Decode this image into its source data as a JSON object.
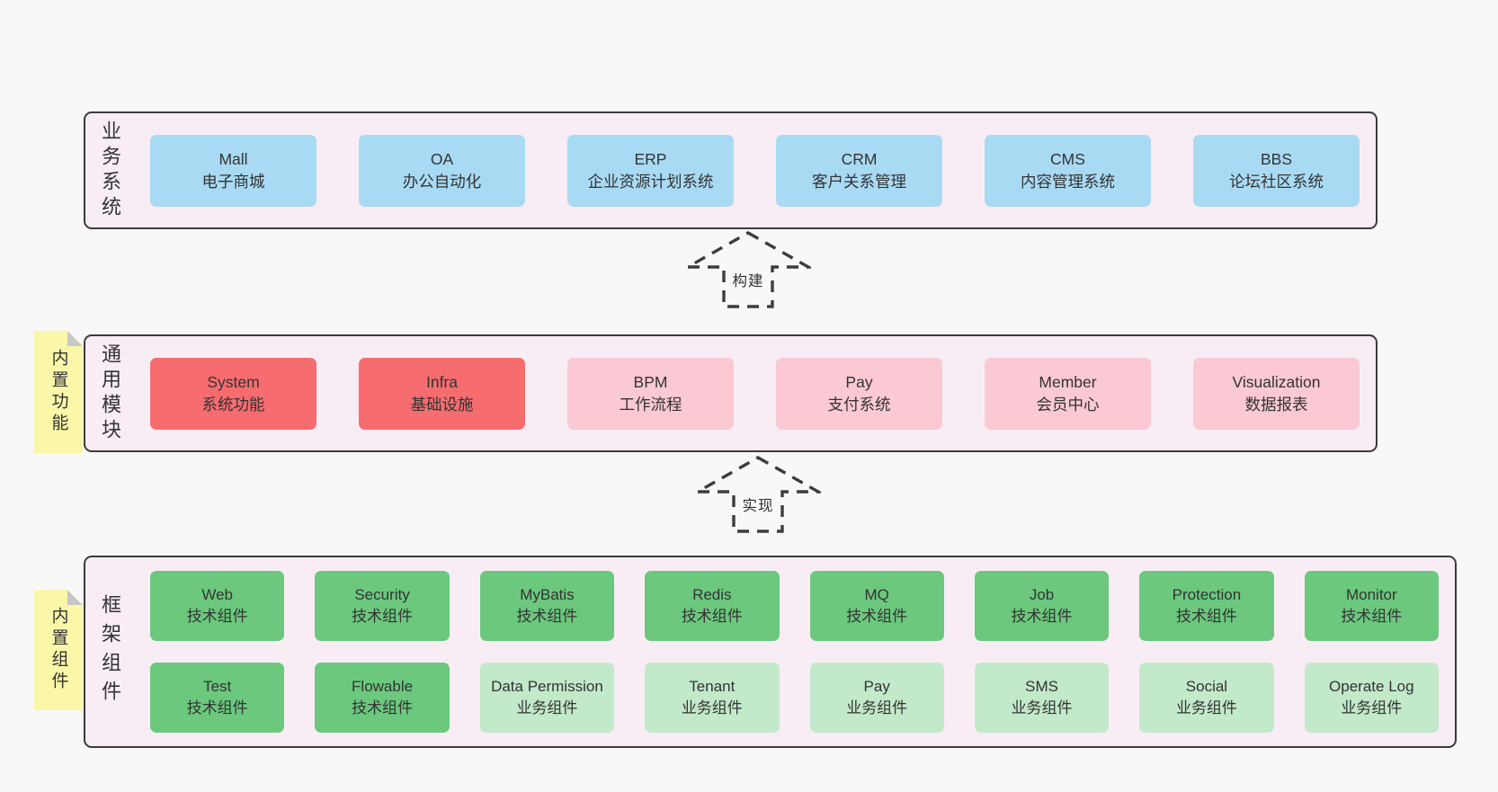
{
  "layers": {
    "business": {
      "label": "业务系统",
      "items": [
        {
          "en": "Mall",
          "zh": "电子商城"
        },
        {
          "en": "OA",
          "zh": "办公自动化"
        },
        {
          "en": "ERP",
          "zh": "企业资源计划系统"
        },
        {
          "en": "CRM",
          "zh": "客户关系管理"
        },
        {
          "en": "CMS",
          "zh": "内容管理系统"
        },
        {
          "en": "BBS",
          "zh": "论坛社区系统"
        }
      ]
    },
    "modules": {
      "label": "通用模块",
      "sticky": "内置功能",
      "items": [
        {
          "en": "System",
          "zh": "系统功能"
        },
        {
          "en": "Infra",
          "zh": "基础设施"
        },
        {
          "en": "BPM",
          "zh": "工作流程"
        },
        {
          "en": "Pay",
          "zh": "支付系统"
        },
        {
          "en": "Member",
          "zh": "会员中心"
        },
        {
          "en": "Visualization",
          "zh": "数据报表"
        }
      ]
    },
    "components": {
      "label": "框架组件",
      "sticky": "内置组件",
      "row1": [
        {
          "en": "Web",
          "zh": "技术组件"
        },
        {
          "en": "Security",
          "zh": "技术组件"
        },
        {
          "en": "MyBatis",
          "zh": "技术组件"
        },
        {
          "en": "Redis",
          "zh": "技术组件"
        },
        {
          "en": "MQ",
          "zh": "技术组件"
        },
        {
          "en": "Job",
          "zh": "技术组件"
        },
        {
          "en": "Protection",
          "zh": "技术组件"
        },
        {
          "en": "Monitor",
          "zh": "技术组件"
        }
      ],
      "row2": [
        {
          "en": "Test",
          "zh": "技术组件"
        },
        {
          "en": "Flowable",
          "zh": "技术组件"
        },
        {
          "en": "Data Permission",
          "zh": "业务组件"
        },
        {
          "en": "Tenant",
          "zh": "业务组件"
        },
        {
          "en": "Pay",
          "zh": "业务组件"
        },
        {
          "en": "SMS",
          "zh": "业务组件"
        },
        {
          "en": "Social",
          "zh": "业务组件"
        },
        {
          "en": "Operate Log",
          "zh": "业务组件"
        }
      ]
    }
  },
  "arrows": {
    "build": "构建",
    "implement": "实现"
  },
  "colors": {
    "page_background": "#f8f8f8",
    "layer_background": "#f8edf5",
    "layer_border": "#3b3b3d",
    "box_blue": "#a9daf4",
    "box_red": "#f66c6f",
    "box_pink": "#fbc9d3",
    "box_green": "#6bc87d",
    "box_light_green": "#c2e9ca",
    "sticky_yellow": "#faf7a8",
    "sticky_fold": "#c7c7c7",
    "text": "#333333"
  }
}
